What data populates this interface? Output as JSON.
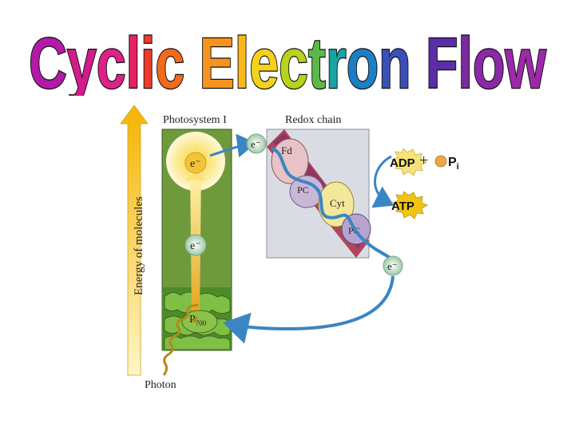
{
  "title": "Cyclic Electron Flow",
  "title_colors": [
    "#b21aa8",
    "#d11c8a",
    "#e0208a",
    "#e81f62",
    "#ef3b2b",
    "#f36a1b",
    "#f7941d",
    "#fbb81b",
    "#f4d21b",
    "#b9d21b",
    "#5db84a",
    "#1aa3a3",
    "#1c7fc4",
    "#3b4fb8",
    "#5b2ea6",
    "#7b2aa0",
    "#8a2aa6",
    "#9b2aa8",
    "#a62aa8",
    "#b02aa8"
  ],
  "labels": {
    "photosystem": "Photosystem I",
    "redox_chain": "Redox chain",
    "energy_axis": "Energy of molecules",
    "photon": "Photon",
    "electron": "e⁻",
    "fd": "Fd",
    "pc": "PC",
    "cyt": "Cyt",
    "adp": "ADP",
    "plus": "+",
    "pi_main": "P",
    "pi_sub": "i",
    "atp": "ATP",
    "p700_main": "P",
    "p700_sub": "700"
  },
  "colors": {
    "arrow_blue": "#3a86c4",
    "green_panel": "#6f9a3c",
    "gray_panel": "#d9dde3",
    "red_band": "#a8344a",
    "energy_arrow": "#f5c518",
    "atp_star": "#f2c413",
    "adp_star": "#f7e27a"
  }
}
